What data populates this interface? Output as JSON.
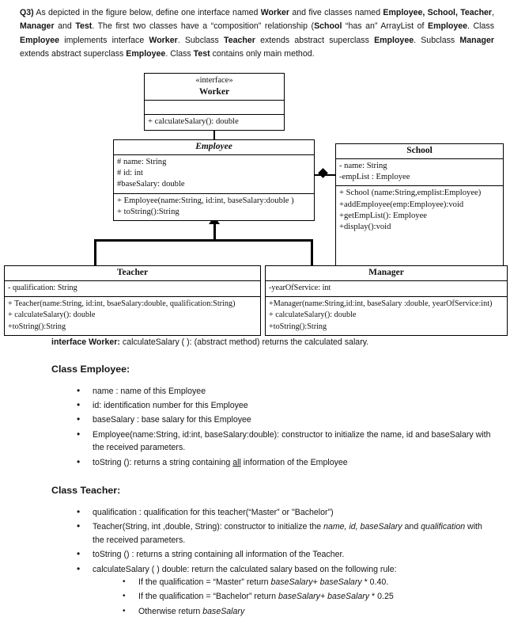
{
  "intro": {
    "label": "Q3)",
    "text_runs": [
      {
        "t": "Q3)",
        "b": true
      },
      {
        "t": " As depicted in the figure below, define one interface named ",
        "b": false
      },
      {
        "t": "Worker",
        "b": true
      },
      {
        "t": " and five classes named ",
        "b": false
      },
      {
        "t": "Employee, School, Teacher",
        "b": true
      },
      {
        "t": ", ",
        "b": false
      },
      {
        "t": "Manager",
        "b": true
      },
      {
        "t": " and ",
        "b": false
      },
      {
        "t": "Test",
        "b": true
      },
      {
        "t": ". The first two classes have a “composition” relationship (",
        "b": false
      },
      {
        "t": "School",
        "b": true
      },
      {
        "t": " “has an” ArrayList of ",
        "b": false
      },
      {
        "t": "Employee",
        "b": true
      },
      {
        "t": ". Class ",
        "b": false
      },
      {
        "t": "Employee",
        "b": true
      },
      {
        "t": " implements interface ",
        "b": false
      },
      {
        "t": "Worker",
        "b": true
      },
      {
        "t": ". Subclass ",
        "b": false
      },
      {
        "t": "Teacher",
        "b": true
      },
      {
        "t": " extends abstract superclass ",
        "b": false
      },
      {
        "t": "Employee",
        "b": true
      },
      {
        "t": ". Subclass ",
        "b": false
      },
      {
        "t": "Manager",
        "b": true
      },
      {
        "t": " extends abstract superclass ",
        "b": false
      },
      {
        "t": "Employee",
        "b": true
      },
      {
        "t": ". Class ",
        "b": false
      },
      {
        "t": "Test",
        "b": true
      },
      {
        "t": " contains only main method.",
        "b": false
      }
    ]
  },
  "diagram": {
    "worker": {
      "stereotype": "«interface»",
      "name": "Worker",
      "attributes": [],
      "methods": [
        "+ calculateSalary(): double"
      ]
    },
    "employee": {
      "name": "Employee",
      "attributes": [
        "# name: String",
        "# id: int",
        "#baseSalary: double"
      ],
      "methods": [
        "+ Employee(name:String, id:int, baseSalary:double )",
        "+ toString():String"
      ]
    },
    "school": {
      "name": "School",
      "attributes": [
        "- name: String",
        "-empList : Employee"
      ],
      "methods": [
        "+ School (name:String,emplist:Employee)",
        "+addEmployee(emp:Employee):void",
        "+getEmpList(): Employee",
        "+display():void"
      ]
    },
    "teacher": {
      "name": "Teacher",
      "attributes": [
        "- qualification: String"
      ],
      "methods": [
        "+ Teacher(name:String, id:int, bsaeSalary:double, qualification:String)",
        "+ calculateSalary(): double",
        "+toString():String"
      ]
    },
    "manager": {
      "name": "Manager",
      "attributes": [
        "-yearOfService: int"
      ],
      "methods": [
        "+Manager(name:String,id:int, baseSalary :double, yearOfService:int)",
        "+ calculateSalary(): double",
        "+toString():String"
      ]
    }
  },
  "prose": {
    "worker_line": {
      "bold": "interface Worker:",
      "rest": " calculateSalary ( ): (abstract method)  returns the calculated salary."
    },
    "employee_heading": "Class Employee:",
    "employee_bullets": [
      "name : name of this Employee",
      "id: identification number for this Employee",
      "baseSalary : base salary for this Employee",
      "Employee(name:String, id:int, baseSalary:double): constructor to initialize the name, id and baseSalary with the received parameters."
    ],
    "employee_tostring": {
      "pre": "toString (): returns a string containing ",
      "underlined": "all",
      "post": " information of the  Employee"
    },
    "teacher_heading": "Class Teacher:",
    "teacher_qualification": "qualification : qualification for this teacher(“Master” or \"Bachelor”)",
    "teacher_constructor": {
      "pre": "Teacher(String, int ,double, String): constructor to initialize the ",
      "italic1": "name, id, baseSalary",
      "mid": " and ",
      "italic2": "qualification",
      "post": " with the received parameters."
    },
    "teacher_tostring": "toString () : returns a string containing all information of the Teacher.",
    "teacher_calc_intro": "calculateSalary ( ) double: return the calculated salary based on the following rule:",
    "teacher_rules": [
      {
        "pre": "If the qualification = “Master” return ",
        "italic": "baseSalary+ baseSalary",
        "post": " * 0.40."
      },
      {
        "pre": "If the qualification = “Bachelor” return ",
        "italic": "baseSalary+ baseSalary",
        "post": " * 0.25"
      },
      {
        "pre": "Otherwise return ",
        "italic": "baseSalary",
        "post": ""
      }
    ]
  }
}
